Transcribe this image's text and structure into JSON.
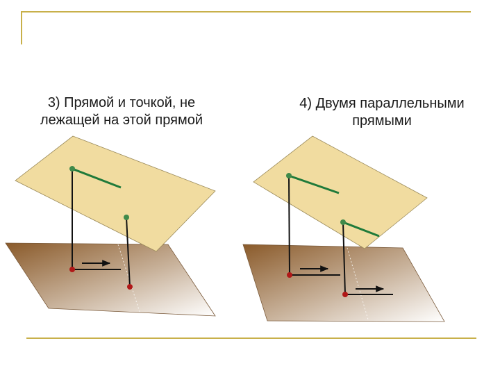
{
  "captions": {
    "case3_line1": "3) Прямой и точкой, не",
    "case3_line2": "лежащей на этой прямой",
    "case4_line1": "4) Двумя параллельными",
    "case4_line2": "прямыми"
  },
  "colors": {
    "frame": "#c8b04a",
    "upper_plane": "#f1dca0",
    "lower_plane_dark": "#8a5a2a",
    "lower_plane_light": "#ffffff",
    "line_green": "#1f7a3a",
    "point_green": "#3f8a4a",
    "point_red": "#b01818",
    "projection": "#111111"
  }
}
